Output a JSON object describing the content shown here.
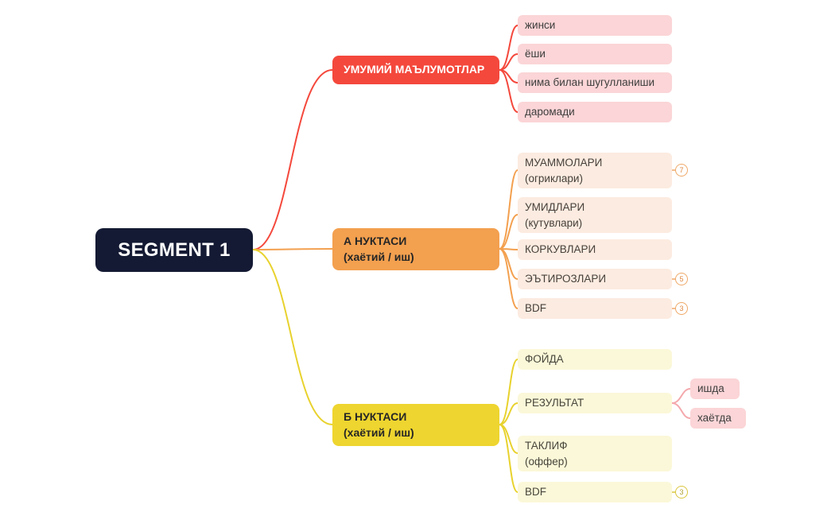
{
  "root": {
    "label": "SEGMENT 1"
  },
  "branches": [
    {
      "label": "УМУМИЙ МАЪЛУМОТЛАР",
      "color": "#f4483c",
      "children": [
        {
          "label": "жинси"
        },
        {
          "label": "ёши"
        },
        {
          "label": "нима билан шугулланиши"
        },
        {
          "label": "даромади"
        }
      ]
    },
    {
      "label": "А НУКТАСИ",
      "sublabel": "(хаётий / иш)",
      "color": "#f3a04f",
      "children": [
        {
          "label": "МУАММОЛАРИ",
          "sublabel": "(огриклари)",
          "badge": "7"
        },
        {
          "label": "УМИДЛАРИ",
          "sublabel": "(кутувлари)"
        },
        {
          "label": "КОРКУВЛАРИ"
        },
        {
          "label": "ЭЪТИРОЗЛАРИ",
          "badge": "5"
        },
        {
          "label": "BDF",
          "badge": "3"
        }
      ]
    },
    {
      "label": "Б НУКТАСИ",
      "sublabel": "(хаётий / иш)",
      "color": "#eed52f",
      "children": [
        {
          "label": "ФОЙДА"
        },
        {
          "label": "РЕЗУЛЬТАТ",
          "children": [
            {
              "label": "ишда"
            },
            {
              "label": "хаётда"
            }
          ]
        },
        {
          "label": "ТАКЛИФ",
          "sublabel": "(оффер)"
        },
        {
          "label": "BDF",
          "badge": "3"
        }
      ]
    }
  ],
  "colors": {
    "background": "#ffffff",
    "root_bg": "#141a33",
    "root_text": "#ffffff",
    "leaf_pink": "#fbd5d7",
    "leaf_peach": "#fcebe0",
    "leaf_cream": "#fbf8d9",
    "badge_orange": "#e0883f",
    "badge_yellow": "#ad9e2c"
  }
}
